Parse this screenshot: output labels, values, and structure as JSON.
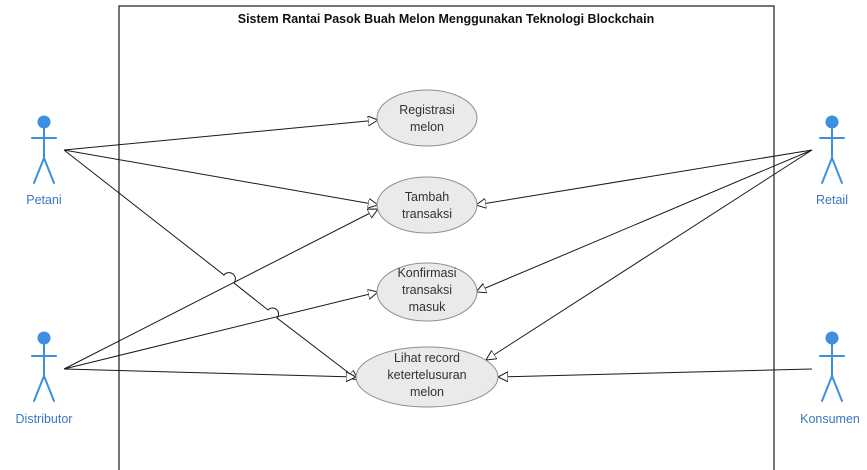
{
  "system": {
    "title": "Sistem Rantai Pasok Buah Melon Menggunakan Teknologi Blockchain"
  },
  "actors": {
    "petani": "Petani",
    "distributor": "Distributor",
    "retail": "Retail",
    "konsumen": "Konsumen"
  },
  "use_cases": {
    "registrasi": [
      "Registrasi",
      "melon"
    ],
    "tambah": [
      "Tambah",
      "transaksi"
    ],
    "konfirmasi": [
      "Konfirmasi",
      "transaksi",
      "masuk"
    ],
    "lihat": [
      "Lihat record",
      "ketertelusuran",
      "melon"
    ]
  },
  "colors": {
    "actor": "#3d8fe0",
    "actor_label": "#3a78c0",
    "use_case_fill": "#eaeaea",
    "use_case_stroke": "#8e8e8e",
    "line": "#1a1a1a"
  }
}
